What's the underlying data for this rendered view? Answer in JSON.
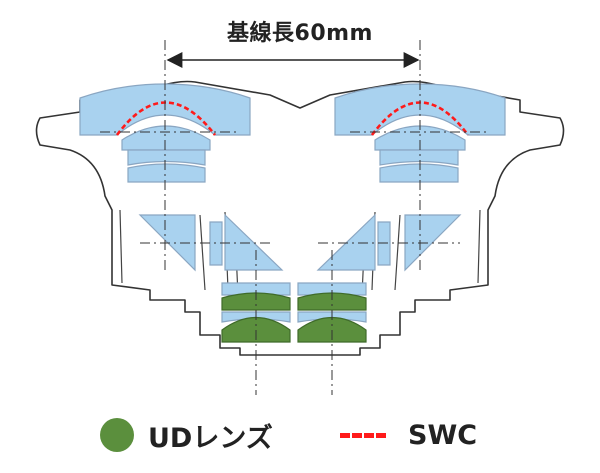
{
  "title": "基線長60mm",
  "legend": {
    "ud_label": "UDレンズ",
    "swc_label": "SWC"
  },
  "colors": {
    "lens_fill": "#a9d2ef",
    "lens_stroke": "#8aa6c2",
    "ud_fill": "#5b8f3d",
    "swc_dash": "#ff1a1a",
    "housing_line": "#333333"
  }
}
